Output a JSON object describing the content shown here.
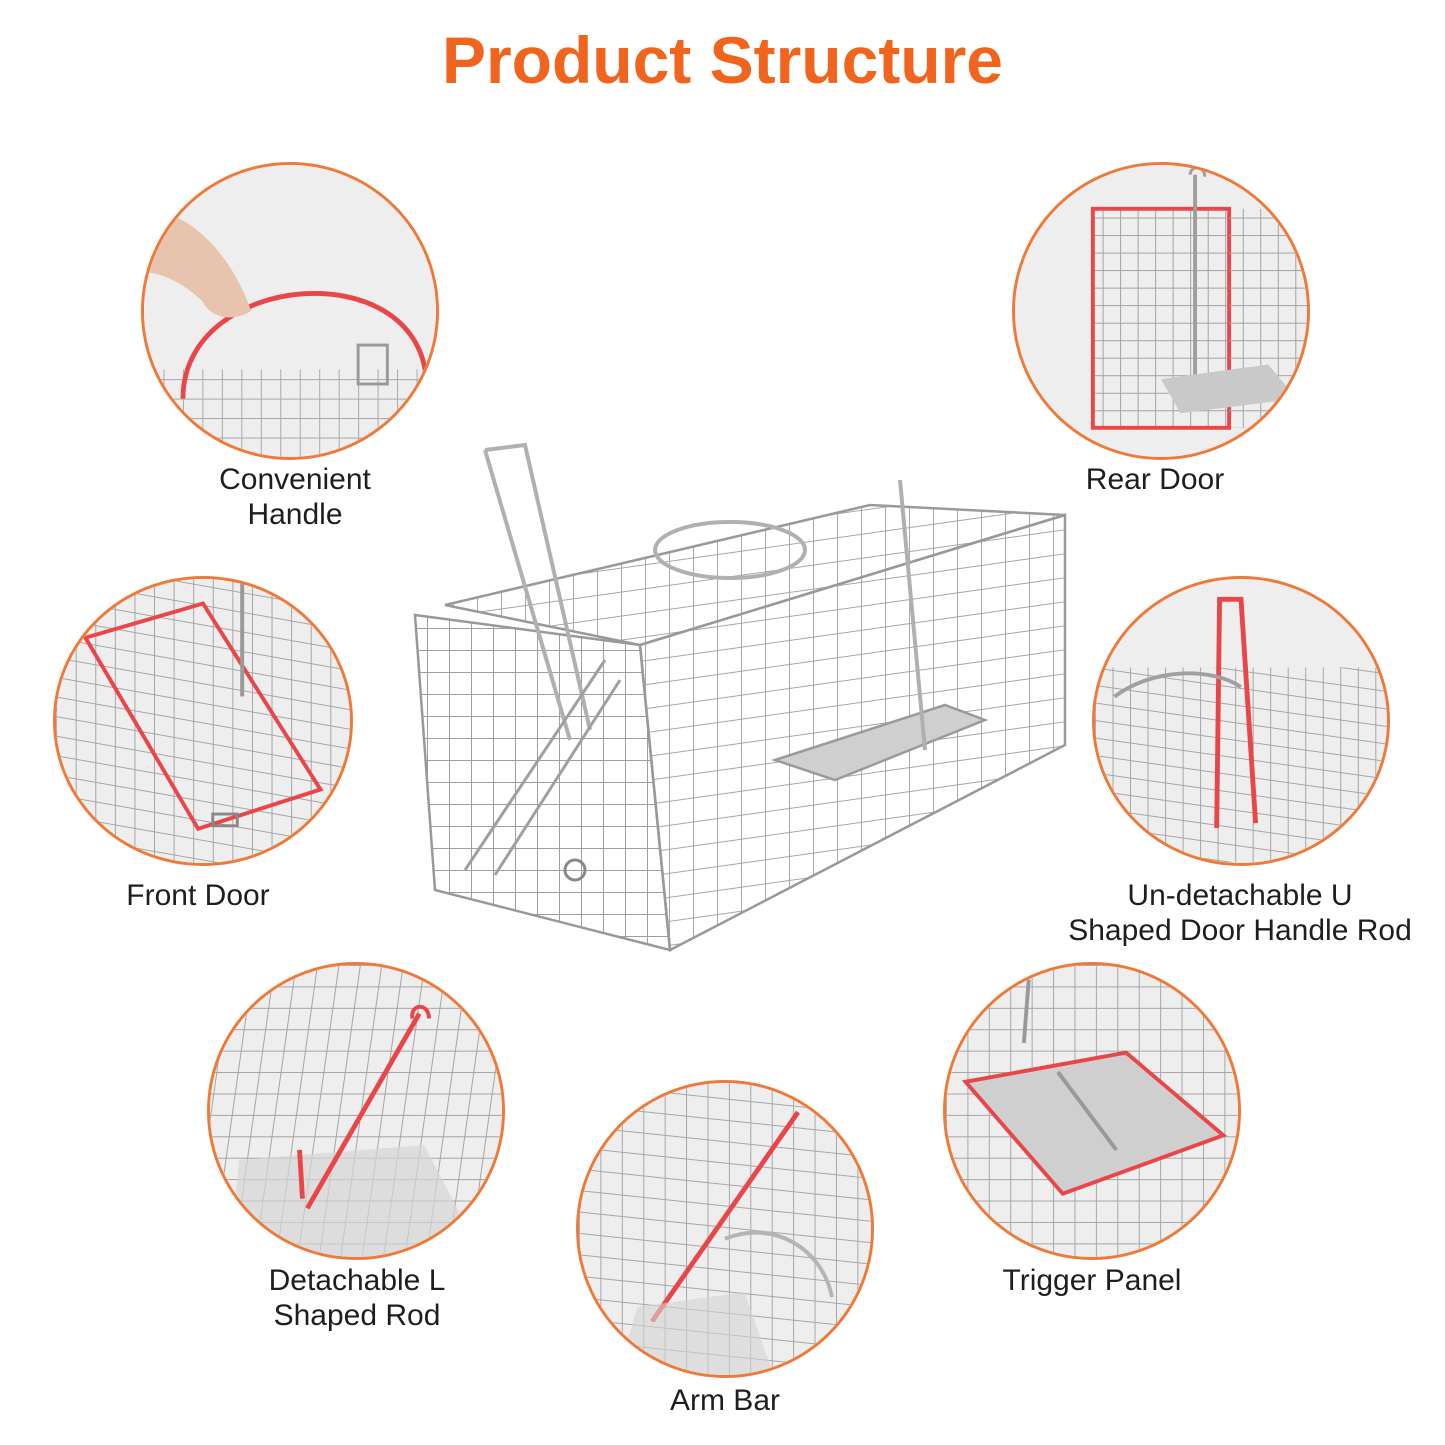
{
  "title": "Product Structure",
  "colors": {
    "accent": "#f0641e",
    "circle_border": "#ee7a3a",
    "highlight": "#e9464a",
    "wire": "#a9a9a9",
    "text": "#1e1e1e"
  },
  "features": [
    {
      "id": "convenient-handle",
      "label_lines": [
        "Convenient",
        "Handle"
      ]
    },
    {
      "id": "rear-door",
      "label_lines": [
        "Rear Door"
      ]
    },
    {
      "id": "front-door",
      "label_lines": [
        "Front Door"
      ]
    },
    {
      "id": "u-shaped-rod",
      "label_lines": [
        "Un-detachable U",
        "Shaped Door Handle Rod"
      ]
    },
    {
      "id": "l-shaped-rod",
      "label_lines": [
        "Detachable L",
        "Shaped Rod"
      ]
    },
    {
      "id": "trigger-panel",
      "label_lines": [
        "Trigger Panel"
      ]
    },
    {
      "id": "arm-bar",
      "label_lines": [
        "Arm Bar"
      ]
    }
  ]
}
